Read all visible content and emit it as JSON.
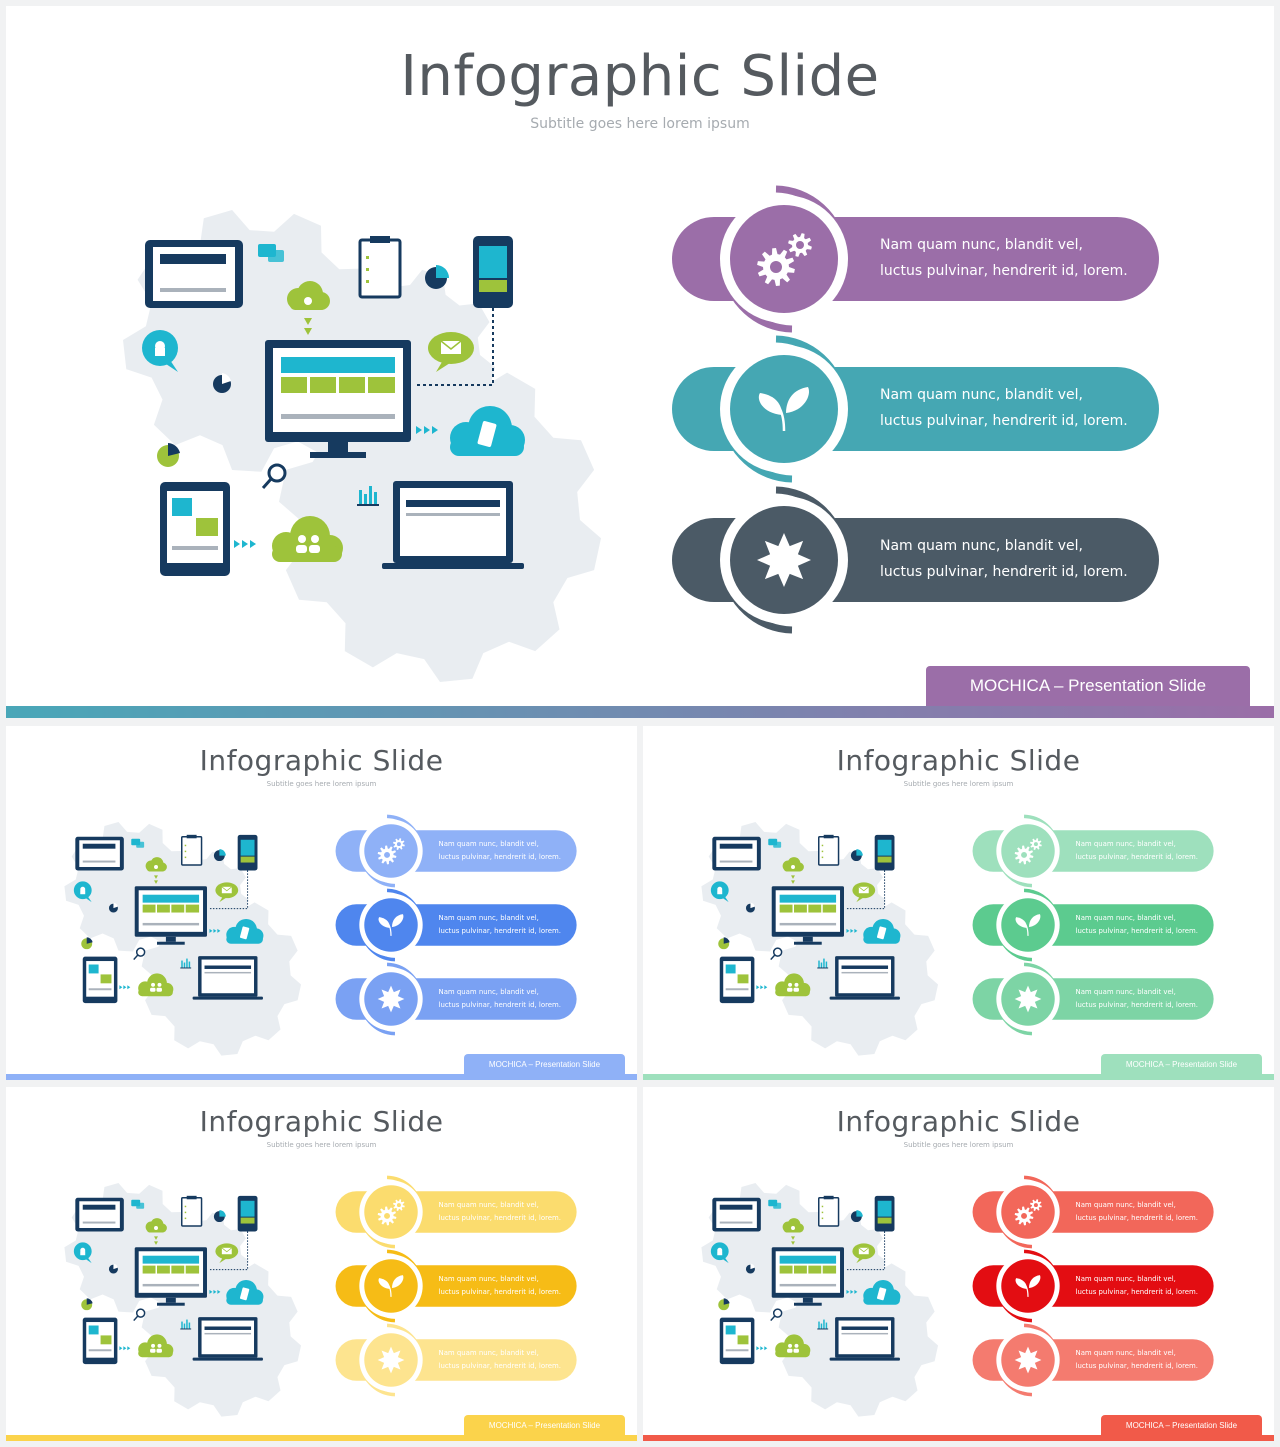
{
  "slides": [
    {
      "id": "main",
      "title": "Infographic Slide",
      "subtitle": "Subtitle  goes  here  lorem  ipsum",
      "items": [
        {
          "line1": "Nam  quam  nunc,  blandit  vel,",
          "line2": "luctus  pulvinar,  hendrerit  id,  lorem.",
          "icon": "gears-icon"
        },
        {
          "line1": "Nam  quam  nunc,  blandit  vel,",
          "line2": "luctus  pulvinar,  hendrerit  id,  lorem.",
          "icon": "leaf-icon"
        },
        {
          "line1": "Nam  quam  nunc,  blandit  vel,",
          "line2": "luctus  pulvinar,  hendrerit  id,  lorem.",
          "icon": "sun-icon"
        }
      ],
      "footer": "MOCHICA  – Presentation  Slide",
      "colors": [
        "#9b6ea8",
        "#45a7b3",
        "#4b5a66"
      ],
      "tab_color": "#9b6ea8"
    },
    {
      "id": "blue",
      "title": "Infographic Slide",
      "subtitle": "Subtitle  goes  here  lorem  ipsum",
      "items": [
        {
          "line1": "Nam  quam  nunc,  blandit  vel,",
          "line2": "luctus  pulvinar,  hendrerit  id,  lorem.",
          "icon": "gears-icon"
        },
        {
          "line1": "Nam  quam  nunc,  blandit  vel,",
          "line2": "luctus  pulvinar,  hendrerit  id,  lorem.",
          "icon": "leaf-icon"
        },
        {
          "line1": "Nam  quam  nunc,  blandit  vel,",
          "line2": "luctus  pulvinar,  hendrerit  id,  lorem.",
          "icon": "sun-icon"
        }
      ],
      "footer": "MOCHICA  – Presentation  Slide",
      "colors": [
        "#8fb1f7",
        "#4f86ee",
        "#7aa1f3"
      ],
      "tab_color": "#8fb1f7"
    },
    {
      "id": "green",
      "title": "Infographic Slide",
      "subtitle": "Subtitle  goes  here  lorem  ipsum",
      "items": [
        {
          "line1": "Nam  quam  nunc,  blandit  vel,",
          "line2": "luctus  pulvinar,  hendrerit  id,  lorem.",
          "icon": "gears-icon"
        },
        {
          "line1": "Nam  quam  nunc,  blandit  vel,",
          "line2": "luctus  pulvinar,  hendrerit  id,  lorem.",
          "icon": "leaf-icon"
        },
        {
          "line1": "Nam  quam  nunc,  blandit  vel,",
          "line2": "luctus  pulvinar,  hendrerit  id,  lorem.",
          "icon": "sun-icon"
        }
      ],
      "footer": "MOCHICA  – Presentation  Slide",
      "colors": [
        "#9ee0bd",
        "#5ccb8f",
        "#7dd4a5"
      ],
      "tab_color": "#9ee0bd"
    },
    {
      "id": "yellow",
      "title": "Infographic Slide",
      "subtitle": "Subtitle  goes  here  lorem  ipsum",
      "items": [
        {
          "line1": "Nam  quam  nunc,  blandit  vel,",
          "line2": "luctus  pulvinar,  hendrerit  id,  lorem.",
          "icon": "gears-icon"
        },
        {
          "line1": "Nam  quam  nunc,  blandit  vel,",
          "line2": "luctus  pulvinar,  hendrerit  id,  lorem.",
          "icon": "leaf-icon"
        },
        {
          "line1": "Nam  quam  nunc,  blandit  vel,",
          "line2": "luctus  pulvinar,  hendrerit  id,  lorem.",
          "icon": "sun-icon"
        }
      ],
      "footer": "MOCHICA  – Presentation  Slide",
      "colors": [
        "#fbdc6e",
        "#f6bc16",
        "#fde48f"
      ],
      "tab_color": "#fbd34b"
    },
    {
      "id": "red",
      "title": "Infographic Slide",
      "subtitle": "Subtitle  goes  here  lorem  ipsum",
      "items": [
        {
          "line1": "Nam  quam  nunc,  blandit  vel,",
          "line2": "luctus  pulvinar,  hendrerit  id,  lorem.",
          "icon": "gears-icon"
        },
        {
          "line1": "Nam  quam  nunc,  blandit  vel,",
          "line2": "luctus  pulvinar,  hendrerit  id,  lorem.",
          "icon": "leaf-icon"
        },
        {
          "line1": "Nam  quam  nunc,  blandit  vel,",
          "line2": "luctus  pulvinar,  hendrerit  id,  lorem.",
          "icon": "sun-icon"
        }
      ],
      "footer": "MOCHICA  – Presentation  Slide",
      "colors": [
        "#f2675a",
        "#e30d12",
        "#f47b6f"
      ],
      "tab_color": "#f15a49"
    }
  ],
  "palette": {
    "navy": "#163a5f",
    "cyan": "#1eb6cf",
    "lime": "#9ec33b",
    "gear_bg": "#e9edf1",
    "accent_strip": "#49a7b8"
  }
}
